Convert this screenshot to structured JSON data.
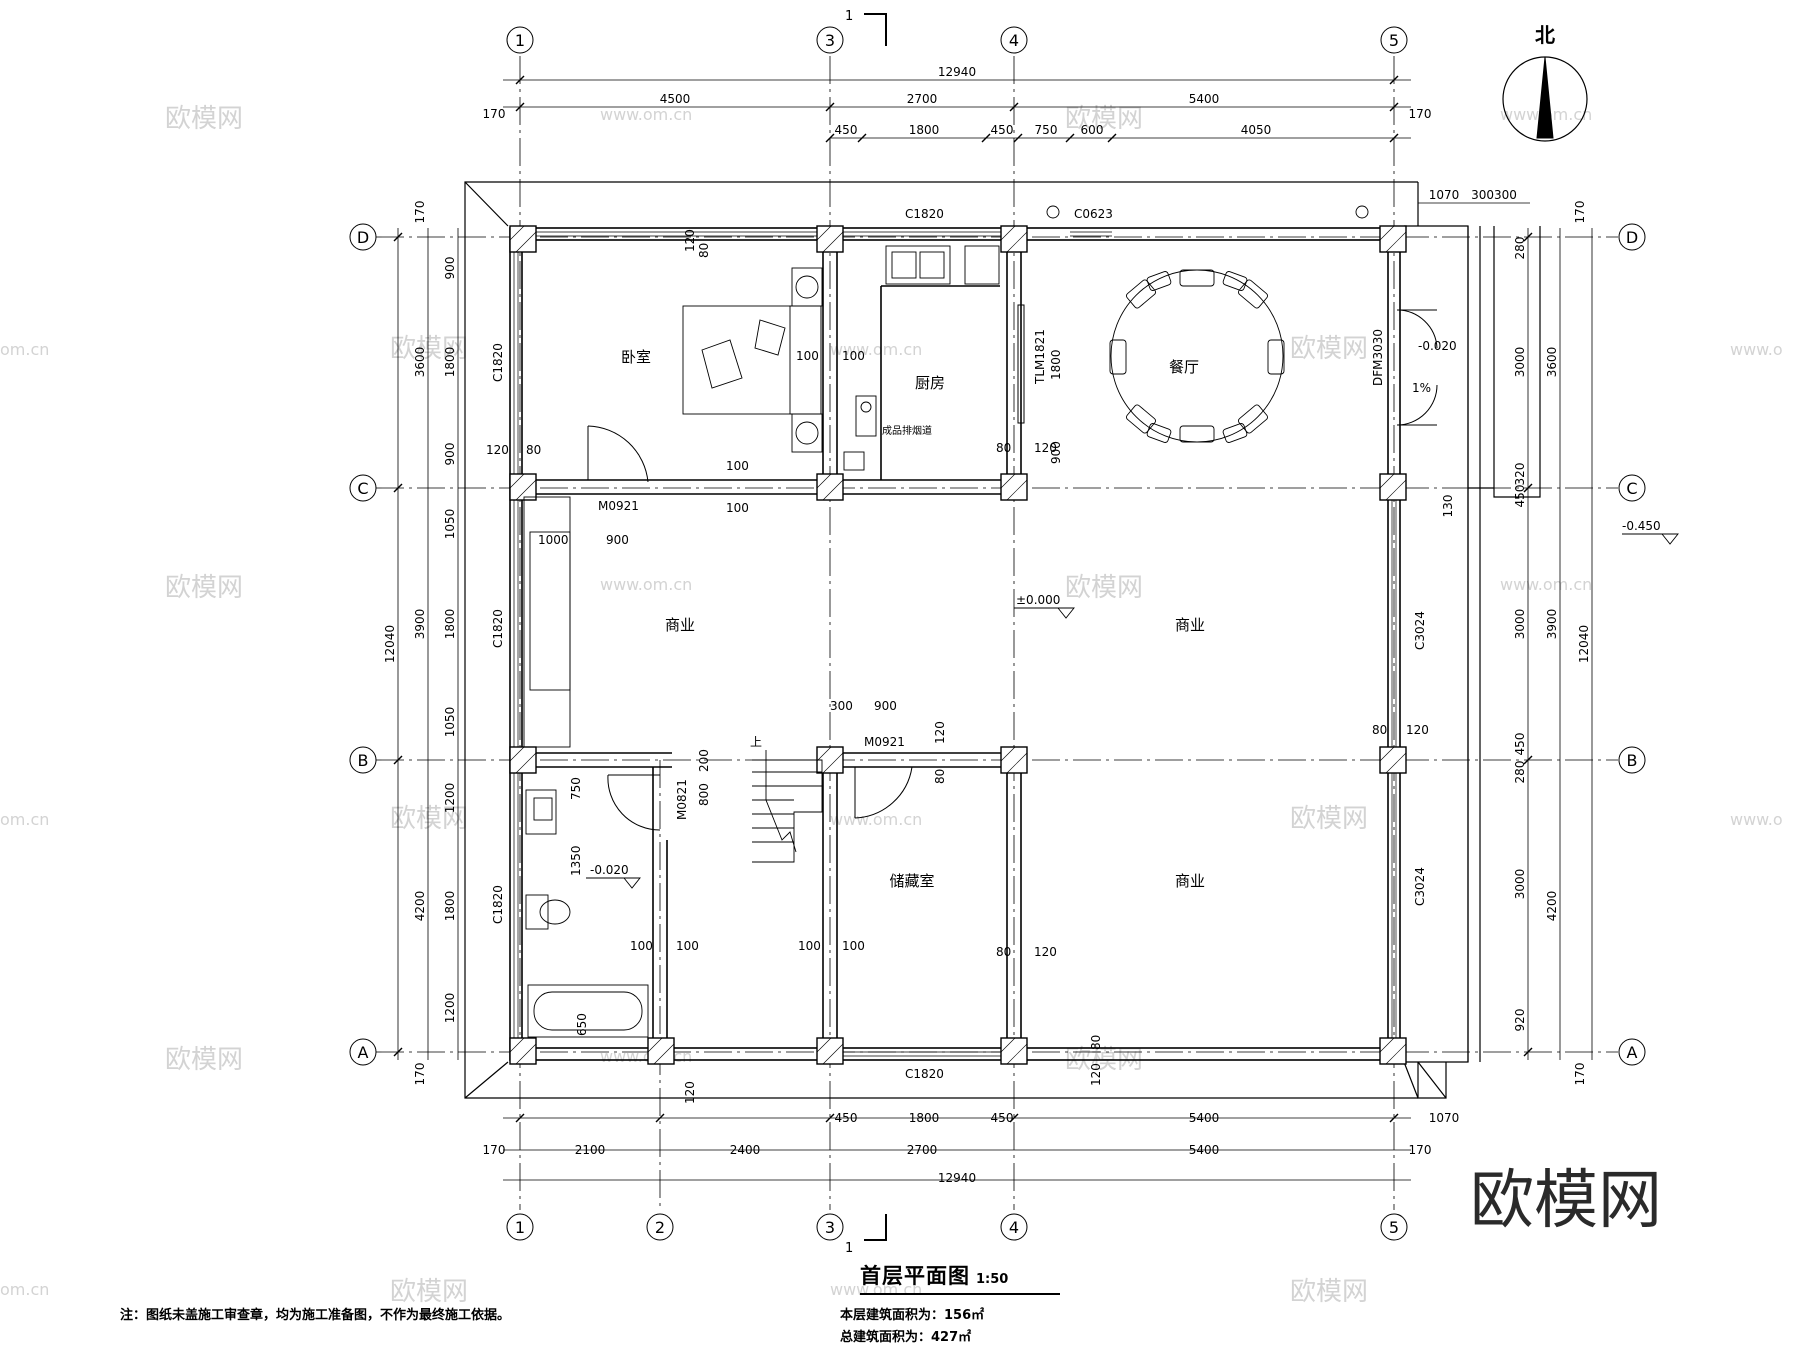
{
  "north_label": "北",
  "axes": {
    "columns": [
      "1",
      "2",
      "3",
      "4",
      "5"
    ],
    "rows": [
      "A",
      "B",
      "C",
      "D"
    ]
  },
  "section_mark": "1",
  "dimensions": {
    "top_total": "12940",
    "top_spans": [
      "4500",
      "2700",
      "5400"
    ],
    "top_detail": [
      "450",
      "1800",
      "450",
      "750",
      "600",
      "4050"
    ],
    "top_edge": "170",
    "bottom_total": "12940",
    "bottom_spans": [
      "2100",
      "2400",
      "2700",
      "5400"
    ],
    "bottom_detail": [
      "450",
      "1800",
      "450",
      "5400"
    ],
    "bottom_edge": "170",
    "bottom_right": "1070",
    "top_right_a": "1070",
    "top_right_b": "300300",
    "left_total": "12040",
    "left_spans": [
      "3600",
      "3900",
      "4200"
    ],
    "left_detail": [
      "900",
      "1800",
      "900",
      "1050",
      "1800",
      "1050",
      "1200",
      "1800",
      "1200"
    ],
    "right_total": "12040",
    "right_spans": [
      "3600",
      "3900",
      "4200"
    ],
    "right_detail": [
      "280",
      "3000",
      "320",
      "450",
      "3000",
      "450",
      "280",
      "3000",
      "920"
    ],
    "edge_170": "170",
    "right_130": "130"
  },
  "rooms": {
    "bedroom": "卧室",
    "kitchen": "厨房",
    "dining": "餐厅",
    "business_left": "商业",
    "business_right": "商业",
    "business_lower": "商业",
    "storage": "储藏室"
  },
  "windows": {
    "top": "C1820",
    "top_small": "C0623",
    "bottom": "C1820",
    "left_upper": "C1820",
    "left_mid": "C1820",
    "left_lower": "C1820",
    "right_upper": "C3024",
    "right_lower": "C3024"
  },
  "doors": {
    "bedroom": "M0921",
    "storage": "M0921",
    "bath": "M0821",
    "kitchen": "TLM1821",
    "main": "DFM3030"
  },
  "misc": {
    "smoke": "成品排烟道",
    "stair_up": "上",
    "level_zero": "±0.000",
    "level_bath": "-0.020",
    "level_entry": "-0.020",
    "level_outside": "-0.450",
    "slope": "1%",
    "dim_100": "100",
    "dim_80": "80",
    "dim_120": "120",
    "dim_1000": "1000",
    "dim_900": "900",
    "dim_300": "300",
    "dim_750": "750",
    "dim_1350": "1350",
    "dim_800": "800",
    "dim_200": "200",
    "dim_1800": "1800",
    "dim_650": "650"
  },
  "title": "首层平面图",
  "scale": "1:50",
  "area_this_floor": "本层建筑面积为：156㎡",
  "area_total": "总建筑面积为：427㎡",
  "note": "注：图纸未盖施工审查章，均为施工准备图，不作为最终施工依据。",
  "watermark": "欧模网",
  "watermark_url": "www.om.cn",
  "watermark_edge": "om.cn",
  "watermark_edge_right": "www.o",
  "brand": "欧模网"
}
